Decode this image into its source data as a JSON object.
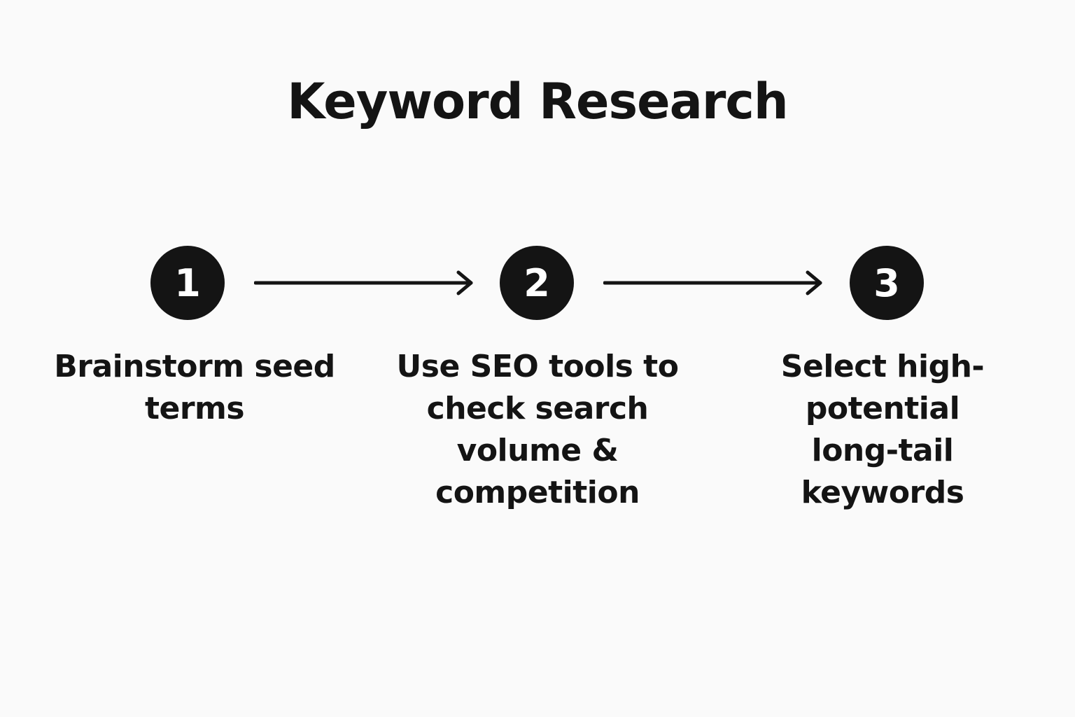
{
  "diagram": {
    "title": "Keyword Research",
    "steps": [
      {
        "number": "1",
        "label": "Brainstorm seed terms"
      },
      {
        "number": "2",
        "label": "Use SEO tools to check search volume & competition"
      },
      {
        "number": "3",
        "label": "Select high-potential long-tail keywords"
      }
    ]
  }
}
